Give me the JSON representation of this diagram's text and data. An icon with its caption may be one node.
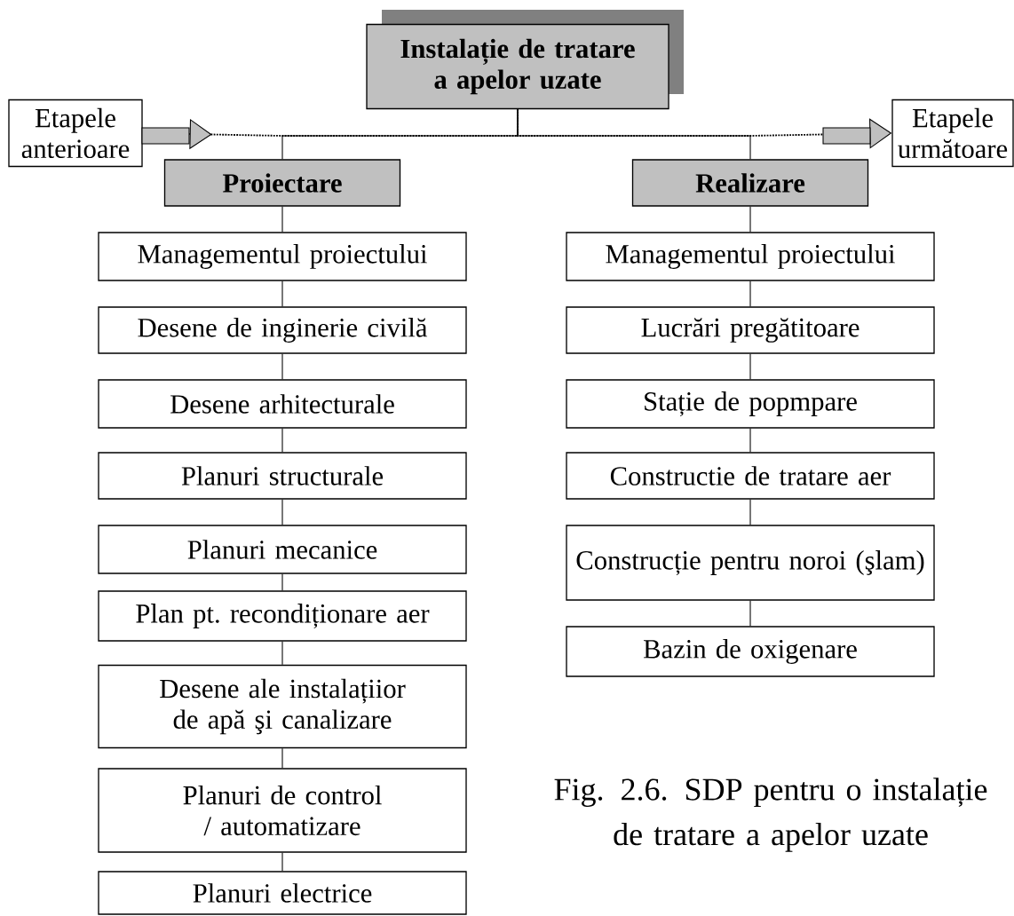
{
  "diagram": {
    "caption": "Fig. 2.6.  SDP pentru o instalație de tratare a apelor uzate",
    "nodes": [
      {
        "text": [
          "Instalație de tratare a apelor uzate"
        ]
      },
      {
        "text": [
          "Etapele anterioare"
        ]
      },
      {
        "text": [
          "Etapele următoare"
        ]
      },
      {
        "text": [
          "Proiectare"
        ]
      },
      {
        "text": [
          "Realizare"
        ]
      },
      {
        "text": [
          "Managementul proiectului"
        ]
      },
      {
        "text": [
          "Desene de inginerie civilă"
        ]
      },
      {
        "text": [
          "Desene arhitecturale"
        ]
      },
      {
        "text": [
          "Planuri structurale"
        ]
      },
      {
        "text": [
          "Planuri mecanice"
        ]
      },
      {
        "text": [
          "Plan pt. recondiționare aer"
        ]
      },
      {
        "text": [
          "Desene ale instalațiior de apă şi canalizare"
        ]
      },
      {
        "text": [
          "Planuri de control / automatizare"
        ]
      },
      {
        "text": [
          "Planuri electrice"
        ]
      },
      {
        "text": [
          "Managementul proiectului"
        ]
      },
      {
        "text": [
          "Lucrări pregătitoare"
        ]
      },
      {
        "text": [
          "Stație de popmpare"
        ]
      },
      {
        "text": [
          "Constructie de tratare aer"
        ]
      },
      {
        "text": [
          "Construcție pentru noroi (şlam)"
        ]
      },
      {
        "text": [
          "Bazin de oxigenare"
        ]
      }
    ],
    "edges": [
      {
        "from": 1,
        "to": 0,
        "arrow": "to",
        "style": "dashed"
      },
      {
        "from": 0,
        "to": 2,
        "arrow": "to",
        "style": "dashed"
      },
      {
        "from": 0,
        "to": 3,
        "arrow": "none"
      },
      {
        "from": 0,
        "to": 4,
        "arrow": "none"
      },
      {
        "from": 3,
        "to": 5,
        "arrow": "none"
      },
      {
        "from": 5,
        "to": 6,
        "arrow": "none"
      },
      {
        "from": 6,
        "to": 7,
        "arrow": "none"
      },
      {
        "from": 7,
        "to": 8,
        "arrow": "none"
      },
      {
        "from": 8,
        "to": 9,
        "arrow": "none"
      },
      {
        "from": 9,
        "to": 10,
        "arrow": "none"
      },
      {
        "from": 10,
        "to": 11,
        "arrow": "none"
      },
      {
        "from": 11,
        "to": 12,
        "arrow": "none"
      },
      {
        "from": 12,
        "to": 13,
        "arrow": "none"
      },
      {
        "from": 4,
        "to": 14,
        "arrow": "none"
      },
      {
        "from": 14,
        "to": 15,
        "arrow": "none"
      },
      {
        "from": 15,
        "to": 16,
        "arrow": "none"
      },
      {
        "from": 16,
        "to": 17,
        "arrow": "none"
      },
      {
        "from": 17,
        "to": 18,
        "arrow": "none"
      },
      {
        "from": 18,
        "to": 19,
        "arrow": "none"
      }
    ]
  }
}
